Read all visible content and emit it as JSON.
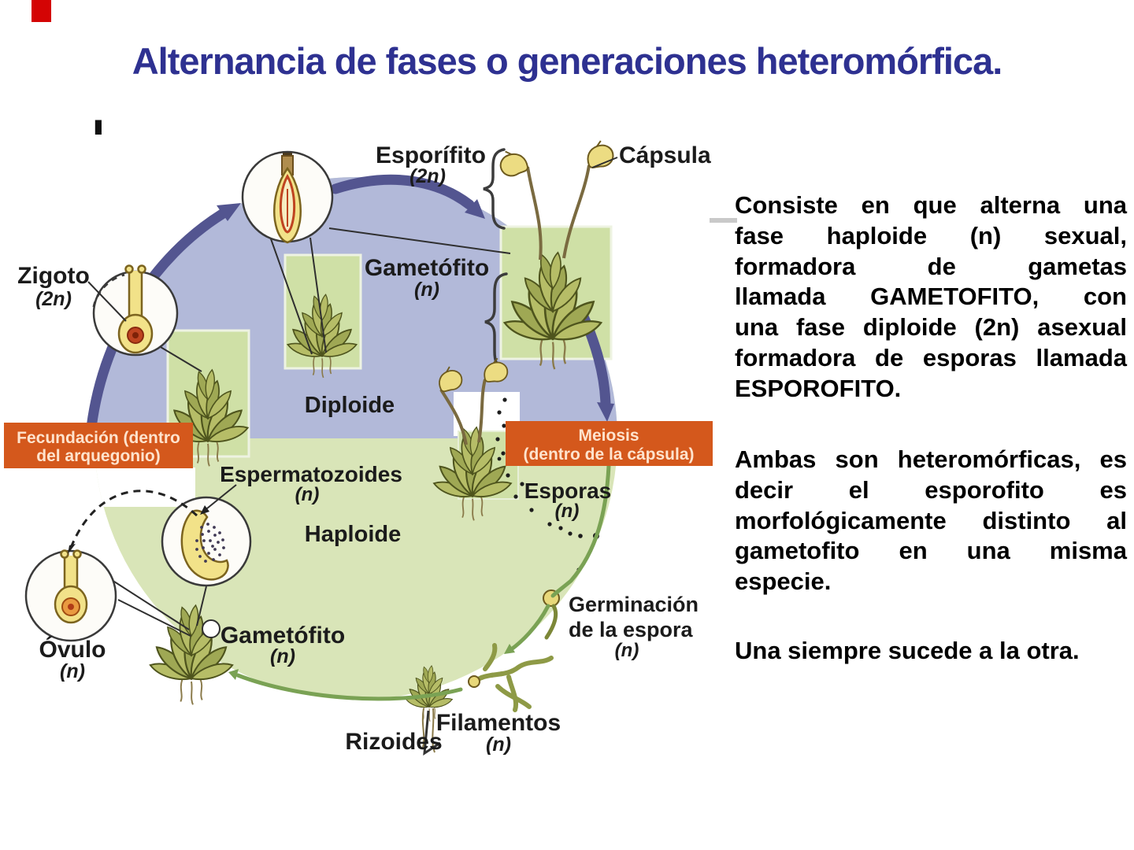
{
  "slide": {
    "title": "Alternancia de fases o generaciones heteromórfica.",
    "stray_mark": "I",
    "colors": {
      "title_color": "#2e3191",
      "accent_orange": "#d4581c",
      "diploid_blue": "#b2b9d9",
      "haploid_green": "#d9e5b8",
      "square_green": "#cfe0a6",
      "arrow_blue": "#535590"
    }
  },
  "diagram": {
    "labels": {
      "esporofito": {
        "name": "Esporífito",
        "ploidy": "(2n)"
      },
      "capsula": {
        "name": "Cápsula"
      },
      "zigoto": {
        "name": "Zigoto",
        "ploidy": "(2n)"
      },
      "gametofito_superior": {
        "name": "Gametófito",
        "ploidy": "(n)"
      },
      "diploide": {
        "name": "Diploide"
      },
      "haploide": {
        "name": "Haploide"
      },
      "fecundacion": {
        "line1": "Fecundación (dentro",
        "line2": "del arquegonio)"
      },
      "meiosis": {
        "line1": "Meiosis",
        "line2": "(dentro de la cápsula)"
      },
      "espermatozoides": {
        "name": "Espermatozoides",
        "ploidy": "(n)"
      },
      "esporas": {
        "name": "Esporas",
        "ploidy": "(n)"
      },
      "ovulo": {
        "name": "Óvulo",
        "ploidy": "(n)"
      },
      "gametofito_inferior": {
        "name": "Gametófito",
        "ploidy": "(n)"
      },
      "germinacion": {
        "line1": "Germinación",
        "line2": "de la espora",
        "ploidy": "(n)"
      },
      "filamentos": {
        "name": "Filamentos",
        "ploidy": "(n)"
      },
      "rizoides": {
        "name": "Rizoides"
      }
    }
  },
  "content": {
    "p1_lines": [
      "Consiste en que alterna una",
      "fase haploide (n) sexual,",
      "formadora de gametas",
      "llamada GAMETOFITO, con",
      "una fase diploide (2n) asexual",
      "formadora de esporas llamada",
      "ESPOROFITO."
    ],
    "p2_lines": [
      "Ambas son heteromórficas, es",
      "decir el esporofito es",
      "morfológicamente distinto al",
      "gametofito en una misma",
      "especie."
    ],
    "p3_lines": [
      "Una siempre sucede a la otra."
    ]
  }
}
